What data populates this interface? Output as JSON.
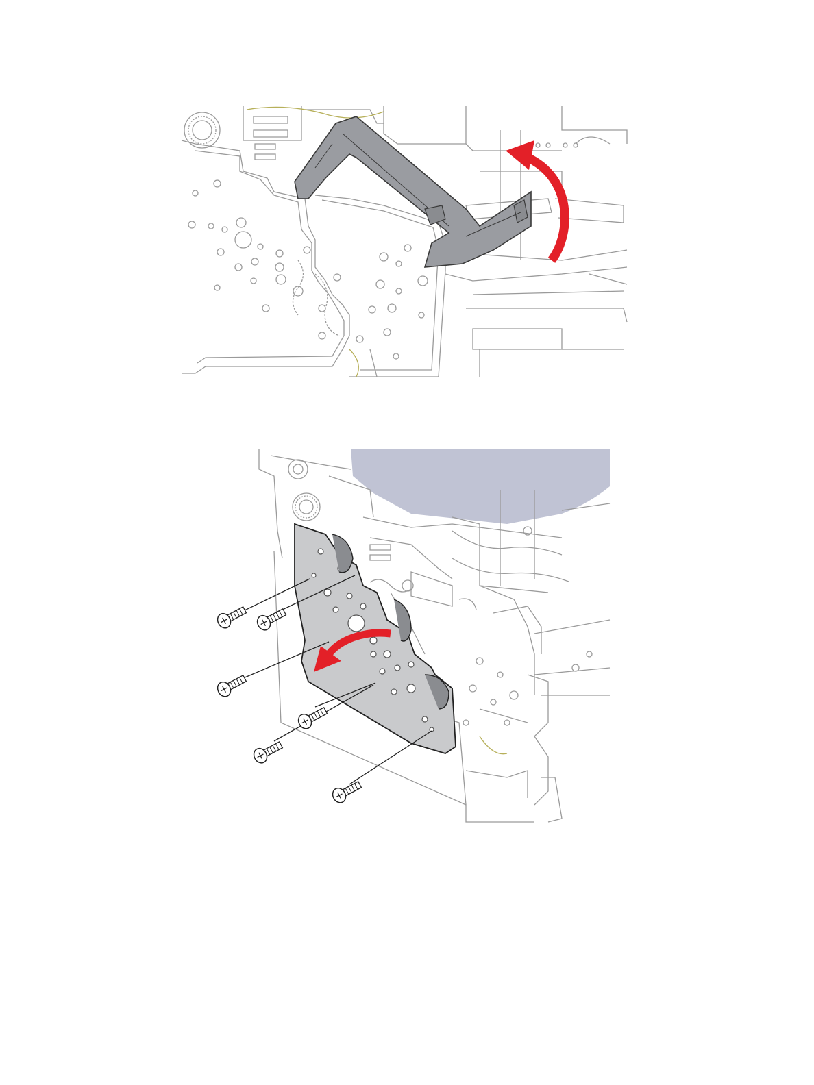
{
  "figures": [
    {
      "id": "fig-lever-removal",
      "arrow_direction": "counter-clockwise-up",
      "arrow_color": "#e32028",
      "part_color": "#9a9ca1"
    },
    {
      "id": "fig-drive-plate-removal",
      "screw_count": 6,
      "arrow_direction": "outward-left",
      "arrow_color": "#e32028",
      "part_color": "#c9cacc",
      "cover_color": "#c0c3d4"
    }
  ],
  "colors": {
    "line_art": "#9a9a9a",
    "wire": "#b7b05a"
  }
}
